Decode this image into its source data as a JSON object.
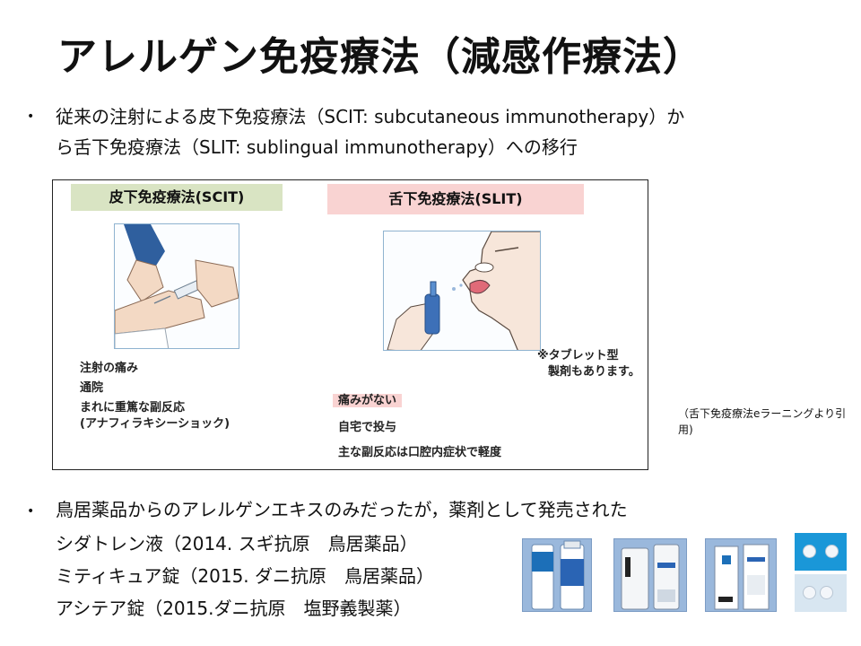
{
  "title": "アレルゲン免疫療法（減感作療法）",
  "bullets": [
    {
      "marker": "•",
      "lines": [
        "従来の注射による皮下免疫療法（SCIT: subcutaneous immunotherapy）か",
        "ら舌下免疫療法（SLIT: sublingual immunotherapy）への移行"
      ]
    },
    {
      "marker": "•",
      "lines": [
        "鳥居薬品からのアレルゲンエキスのみだったが，薬剤として発売された",
        "シダトレン液（2014. スギ抗原　鳥居薬品）",
        "ミティキュア錠（2015. ダニ抗原　鳥居薬品）",
        "アシテア錠（2015.ダニ抗原　塩野義製薬）"
      ]
    }
  ],
  "figure": {
    "scit": {
      "label": "皮下免疫療法(SCIT)",
      "notes": [
        "注射の痛み",
        "通院",
        "まれに重篤な副反応",
        "(アナフィラキシーショック)"
      ]
    },
    "slit": {
      "label": "舌下免疫療法(SLIT)",
      "remark": [
        "※タブレット型",
        "製剤もあります。"
      ],
      "highlight": "痛みがない",
      "notes": [
        "自宅で投与",
        "主な副反応は口腔内症状で軽度"
      ]
    }
  },
  "source": "（舌下免疫療法eラーニングより引用)",
  "products": [
    {
      "icon": "shidatoren-bottle-photo"
    },
    {
      "icon": "shidatoren-box-photo"
    },
    {
      "icon": "mitikyua-package-photo"
    },
    {
      "icon": "tablet-photo"
    }
  ],
  "colors": {
    "scit_label_bg": "#d9e4c3",
    "slit_label_bg": "#f9d3d2",
    "photo_border": "#8fb3d0"
  }
}
